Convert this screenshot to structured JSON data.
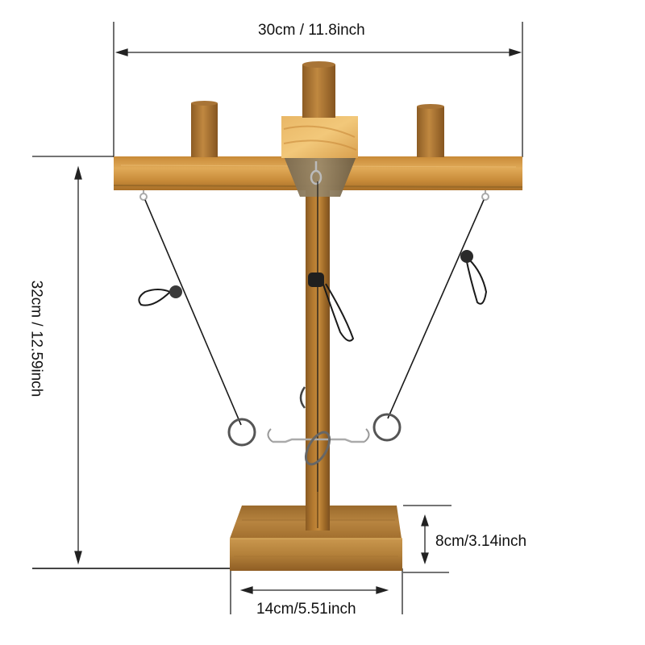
{
  "product": {
    "name": "Wooden hook and ring toss game stand",
    "colors": {
      "wood_light": "#d39a45",
      "wood_mid": "#b97d2e",
      "wood_dark": "#8a5a22",
      "cord": "#1a1a1a",
      "metal": "#9a9a9a",
      "dimension_line": "#333333"
    }
  },
  "dimensions": {
    "overall_width": "30cm / 11.8inch",
    "overall_height": "32cm / 12.59inch",
    "base_height": "8cm/3.14inch",
    "base_width": "14cm/5.51inch"
  },
  "components": {
    "pegs": [
      "left-peg",
      "center-peg",
      "right-peg"
    ],
    "hooks": [
      "left-eye-hook",
      "center-eye-hook",
      "right-eye-hook"
    ],
    "rings": [
      "left-ring",
      "right-ring",
      "center-ring"
    ],
    "cord_stoppers": [
      "left-stopper",
      "center-stopper",
      "right-stopper"
    ]
  }
}
